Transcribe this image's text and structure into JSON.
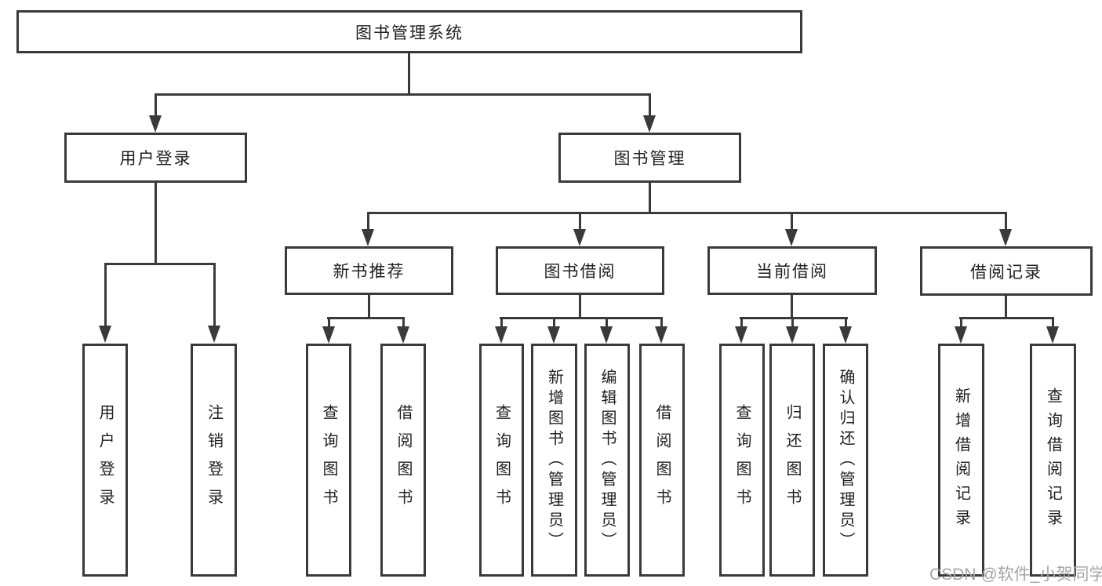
{
  "diagram_type": "hierarchy-tree",
  "tree": {
    "label": "图书管理系统",
    "children": [
      {
        "label": "用户登录",
        "children": [
          {
            "label": "用户登录"
          },
          {
            "label": "注销登录"
          }
        ]
      },
      {
        "label": "图书管理",
        "children": [
          {
            "label": "新书推荐",
            "children": [
              {
                "label": "查询图书"
              },
              {
                "label": "借阅图书"
              }
            ]
          },
          {
            "label": "图书借阅",
            "children": [
              {
                "label": "查询图书"
              },
              {
                "label": "新增图书（管理员）"
              },
              {
                "label": "编辑图书（管理员）"
              },
              {
                "label": "借阅图书"
              }
            ]
          },
          {
            "label": "当前借阅",
            "children": [
              {
                "label": "查询图书"
              },
              {
                "label": "归还图书"
              },
              {
                "label": "确认归还（管理员）"
              }
            ]
          },
          {
            "label": "借阅记录",
            "children": [
              {
                "label": "新增借阅记录"
              },
              {
                "label": "查询借阅记录"
              }
            ]
          }
        ]
      }
    ]
  },
  "watermark": "CSDN @软件_小贺同学",
  "colors": {
    "line": "#3a3a3a",
    "text": "#1f1f1f",
    "watermark": "#a5a5a5",
    "background": "#ffffff"
  }
}
